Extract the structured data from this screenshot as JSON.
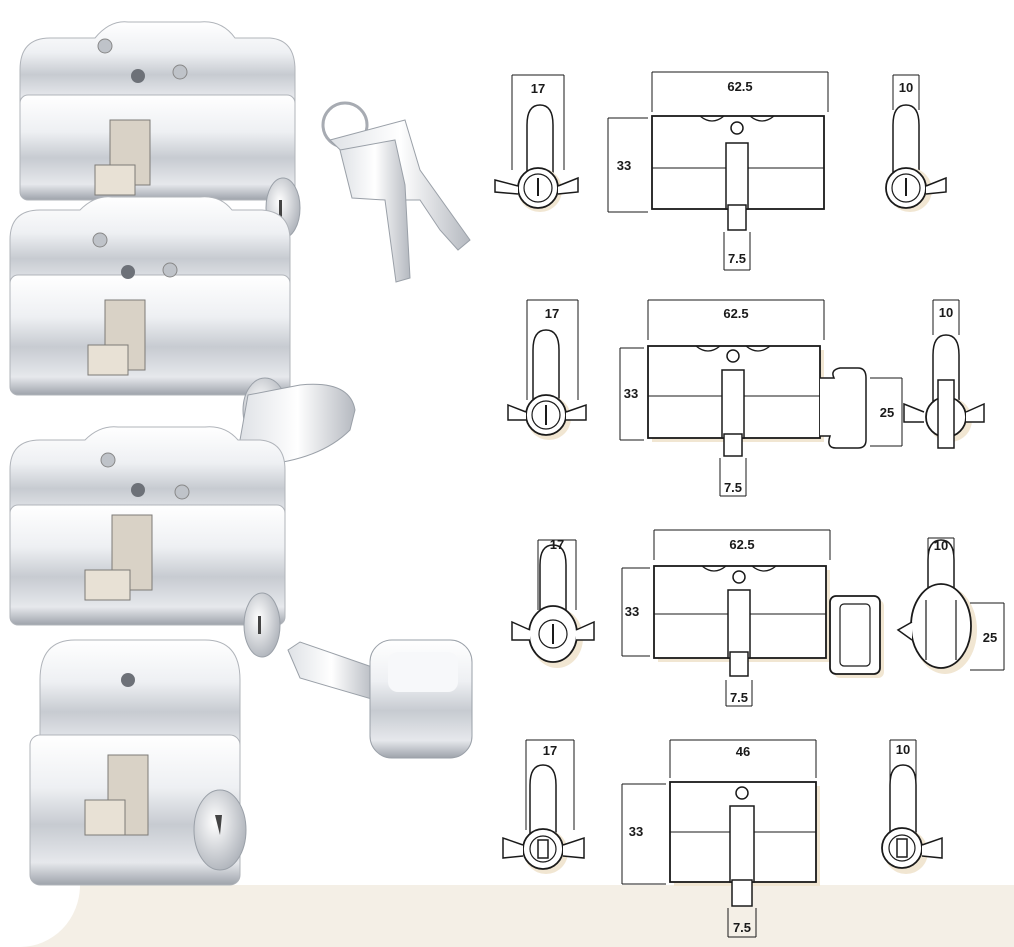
{
  "rows": [
    {
      "product": "double-cylinder",
      "left_width": "17",
      "body_length": "62.5",
      "height": "33",
      "cam_width": "7.5",
      "right_width": "10",
      "extra_height": ""
    },
    {
      "product": "key-and-thumbturn",
      "left_width": "17",
      "body_length": "62.5",
      "height": "33",
      "cam_width": "7.5",
      "right_width": "10",
      "extra_height": "25"
    },
    {
      "product": "key-and-knob",
      "left_width": "17",
      "body_length": "62.5",
      "height": "33",
      "cam_width": "7.5",
      "right_width": "10",
      "extra_height": "25"
    },
    {
      "product": "half-cylinder",
      "left_width": "17",
      "body_length": "46",
      "height": "33",
      "cam_width": "7.5",
      "right_width": "10",
      "extra_height": ""
    }
  ],
  "colors": {
    "chrome_light": "#f2f3f5",
    "chrome_mid": "#c9ccd2",
    "chrome_dark": "#8d9199",
    "line": "#1a1a1a",
    "shadow": "#e9dcc4",
    "band": "#f4efe6"
  }
}
